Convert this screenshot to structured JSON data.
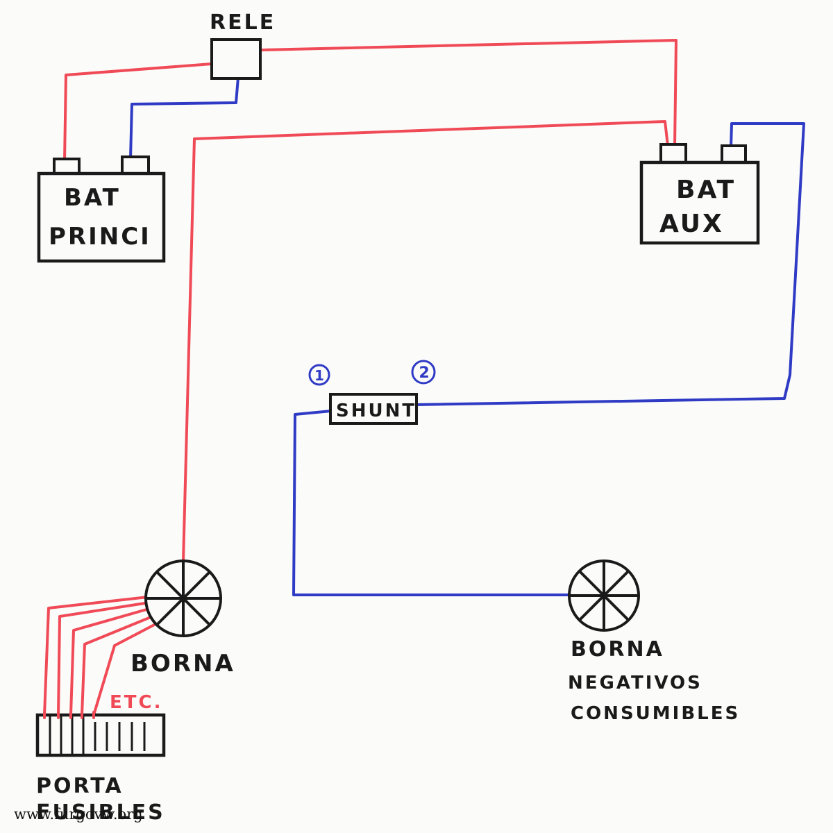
{
  "labels": {
    "rele": "RELE",
    "bat_princi_1": "BAT",
    "bat_princi_2": "PRINCI",
    "bat_aux_1": "BAT",
    "bat_aux_2": "AUX",
    "shunt": "SHUNT",
    "shunt_terminal_1": "1",
    "shunt_terminal_2": "2",
    "borna": "BORNA",
    "etc": "ETC.",
    "borna_neg_1": "BORNA",
    "borna_neg_2": "NEGATIVOS",
    "borna_neg_3": "CONSUMIBLES",
    "porta_1": "PORTA",
    "porta_2": "FUSIBLES",
    "watermark": "www.furgovw.org"
  },
  "colors": {
    "positive_wire": "#f04a57",
    "negative_wire": "#2f3bc4",
    "ink": "#1a1a1a",
    "paper": "#fbfbfa"
  }
}
